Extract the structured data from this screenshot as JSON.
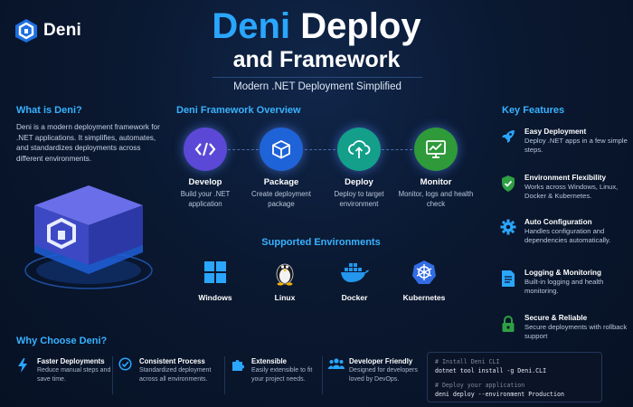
{
  "brand": {
    "name": "Deni"
  },
  "title": {
    "accent": "Deni",
    "rest": "Deploy",
    "line2": "and Framework",
    "subtitle": "Modern .NET Deployment Simplified"
  },
  "what": {
    "heading": "What is Deni?",
    "text": "Deni is a modern deployment framework for .NET applications. It simplifies, automates, and standardizes deployments across different environments."
  },
  "overview": {
    "heading": "Deni Framework Overview",
    "steps": [
      {
        "title": "Develop",
        "desc": "Build your .NET application",
        "icon": "code-icon",
        "color": "#5b48d6"
      },
      {
        "title": "Package",
        "desc": "Create deployment package",
        "icon": "box-icon",
        "color": "#1f63d8"
      },
      {
        "title": "Deploy",
        "desc": "Deploy to target environment",
        "icon": "cloud-upload-icon",
        "color": "#139f8a"
      },
      {
        "title": "Monitor",
        "desc": "Monitor, logs and health check",
        "icon": "monitor-chart-icon",
        "color": "#2e9a3a"
      }
    ]
  },
  "environments": {
    "heading": "Supported Environments",
    "items": [
      {
        "label": "Windows",
        "icon": "windows-icon"
      },
      {
        "label": "Linux",
        "icon": "linux-penguin-icon"
      },
      {
        "label": "Docker",
        "icon": "docker-whale-icon"
      },
      {
        "label": "Kubernetes",
        "icon": "kubernetes-helm-icon"
      }
    ]
  },
  "features": {
    "heading": "Key Features",
    "items": [
      {
        "title": "Easy Deployment",
        "desc": "Deploy .NET apps in a few simple steps.",
        "icon": "rocket-icon"
      },
      {
        "title": "Environment Flexibility",
        "desc": "Works across Windows, Linux, Docker & Kubernetes.",
        "icon": "shield-icon"
      },
      {
        "title": "Auto Configuration",
        "desc": "Handles configuration and dependencies automatically.",
        "icon": "gear-icon"
      },
      {
        "title": "Logging & Monitoring",
        "desc": "Built-in logging and health monitoring.",
        "icon": "document-icon"
      },
      {
        "title": "Secure & Reliable",
        "desc": "Secure deployments with rollback support",
        "icon": "lock-icon"
      }
    ]
  },
  "why": {
    "heading": "Why Choose Deni?",
    "items": [
      {
        "title": "Faster Deployments",
        "desc": "Reduce manual steps and save time.",
        "icon": "lightning-icon"
      },
      {
        "title": "Consistent Process",
        "desc": "Standardized deployment across all environments.",
        "icon": "check-circle-icon"
      },
      {
        "title": "Extensible",
        "desc": "Easily extensible to fit your project needs.",
        "icon": "puzzle-icon"
      },
      {
        "title": "Developer Friendly",
        "desc": "Designed for developers loved by DevOps.",
        "icon": "users-icon"
      }
    ]
  },
  "terminal": {
    "comment1": "# Install Deni CLI",
    "cmd1": "dotnet tool install -g Deni.CLI",
    "comment2": "# Deploy your application",
    "cmd2": "deni deploy --environment Production"
  },
  "colors": {
    "accent": "#2aa6ff",
    "background": "#0a1830"
  }
}
